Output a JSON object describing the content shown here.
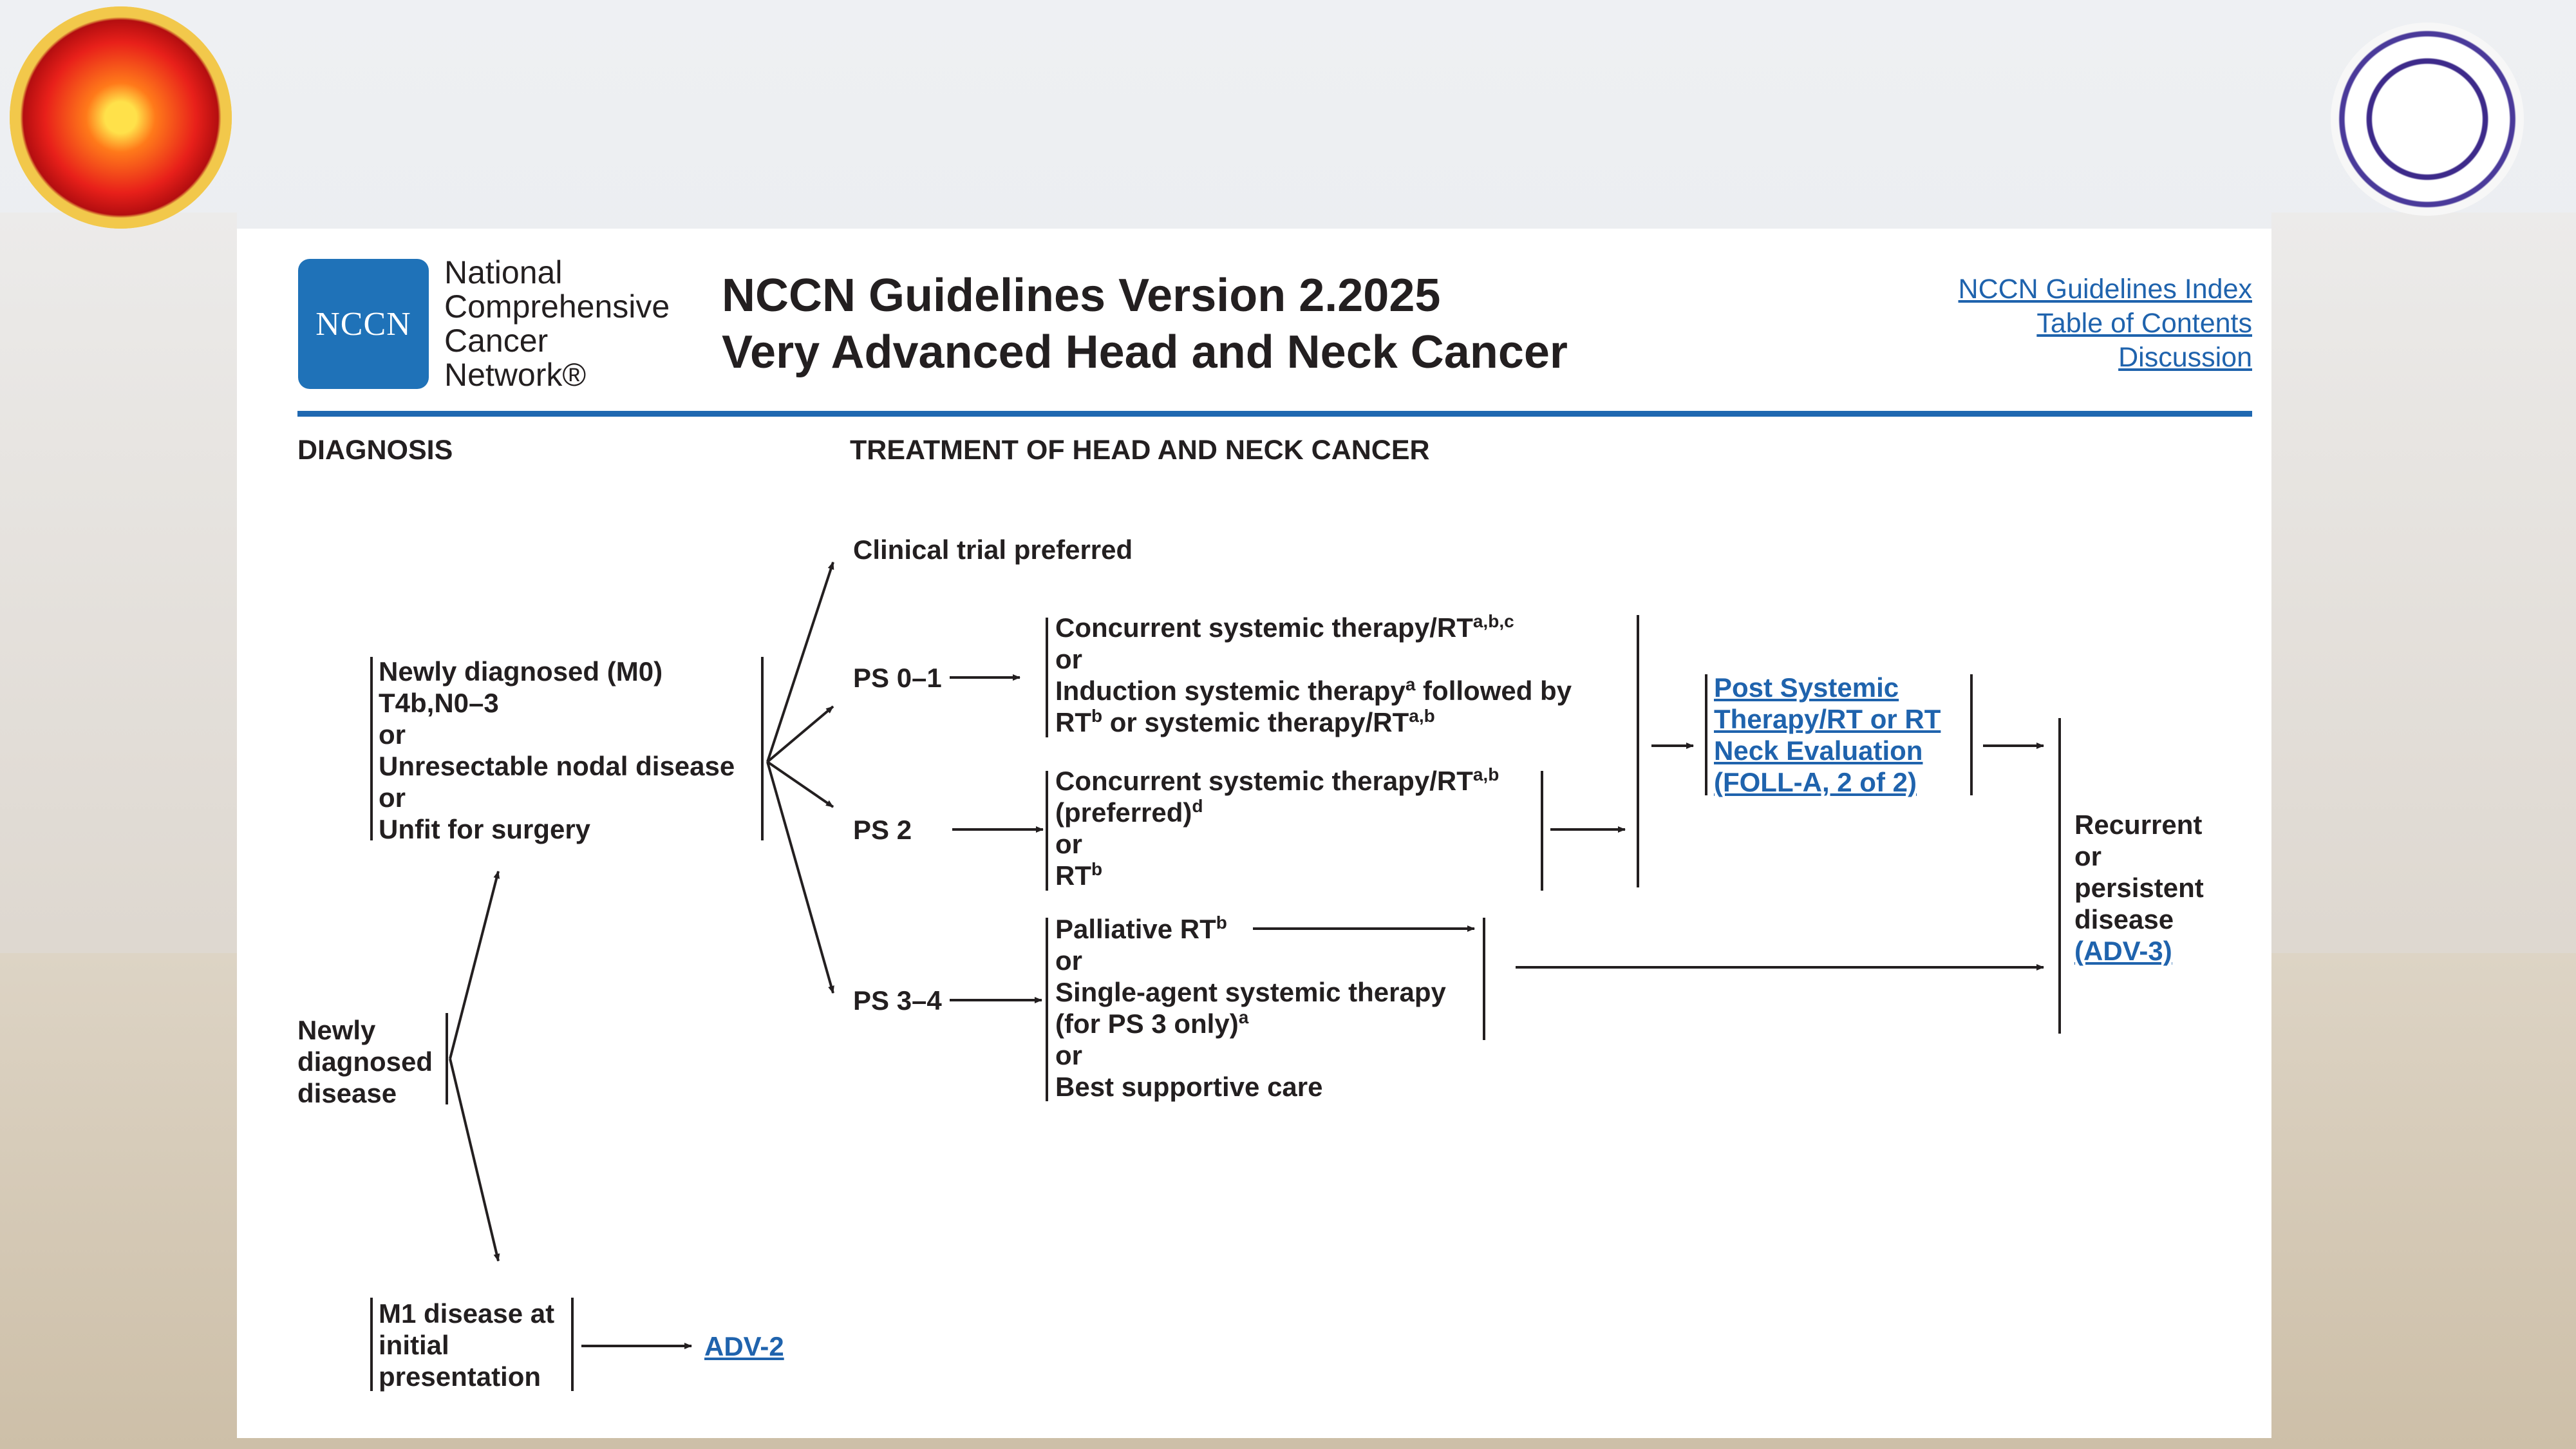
{
  "header": {
    "org_lines": [
      "National",
      "Comprehensive",
      "Cancer",
      "Network®"
    ],
    "logo_text": "NCCN",
    "title_line1": "NCCN Guidelines Version 2.2025",
    "title_line2": "Very Advanced Head and Neck Cancer",
    "links": [
      "NCCN Guidelines Index",
      "Table of Contents",
      "Discussion"
    ]
  },
  "sections": {
    "diagnosis": "DIAGNOSIS",
    "treatment": "TREATMENT OF HEAD AND NECK CANCER"
  },
  "nodes": {
    "newly_diagnosed_m0": [
      "Newly diagnosed (M0)",
      "T4b,N0–3",
      "or",
      "Unresectable nodal disease",
      "or",
      "Unfit for surgery"
    ],
    "newly_diagnosed_disease": [
      "Newly",
      "diagnosed",
      "disease"
    ],
    "m1": [
      "M1 disease at",
      "initial",
      "presentation"
    ],
    "adv2": "ADV-2",
    "clinical_trial": "Clinical trial preferred",
    "ps01": "PS 0–1",
    "ps2": "PS 2",
    "ps34": "PS 3–4",
    "ps01_options": {
      "l1": "Concurrent systemic therapy/RT",
      "l1_sup": "a,b,c",
      "l2": "or",
      "l3": "Induction systemic therapy",
      "l3_sup": "a",
      "l3_rest": " followed by",
      "l4a": "RT",
      "l4a_sup": "b",
      "l4b": " or systemic therapy/RT",
      "l4b_sup": "a,b"
    },
    "ps2_options": {
      "l1": "Concurrent systemic therapy/RT",
      "l1_sup": "a,b",
      "l2": "(preferred)",
      "l2_sup": "d",
      "l3": "or",
      "l4": "RT",
      "l4_sup": "b"
    },
    "ps34_options": {
      "l1": "Palliative RT",
      "l1_sup": "b",
      "l2": "or",
      "l3": "Single-agent systemic therapy",
      "l4": "(for PS 3 only)",
      "l4_sup": "a",
      "l5": "or",
      "l6": "Best supportive care"
    },
    "post_eval": [
      "Post Systemic ",
      "Therapy/RT or RT ",
      "Neck Evaluation ",
      "(FOLL-A, 2 of 2)"
    ],
    "recurrent": [
      "Recurrent",
      "or",
      "persistent",
      "disease"
    ],
    "adv3": "(ADV-3)"
  }
}
